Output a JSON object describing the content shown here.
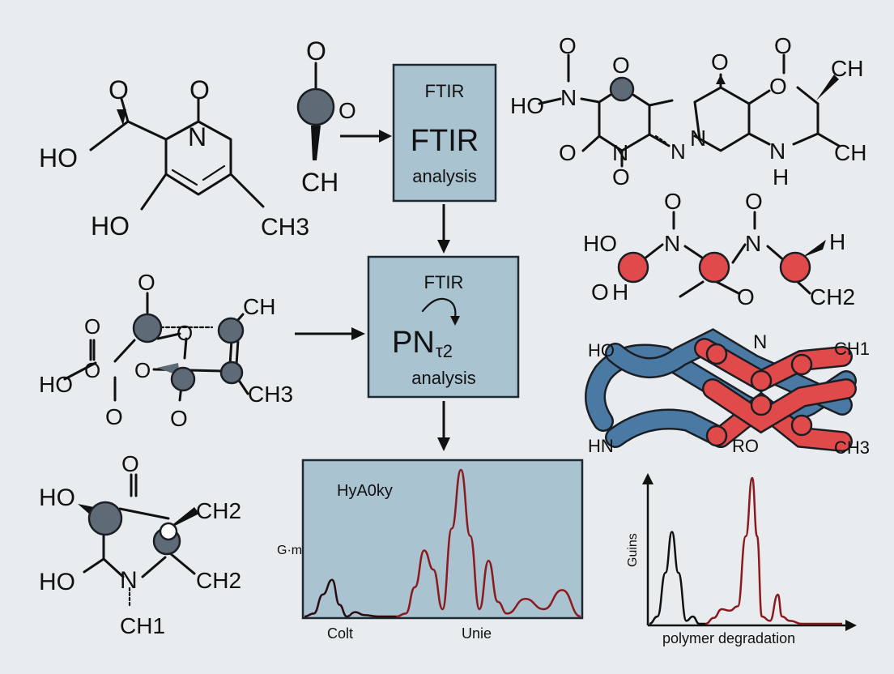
{
  "molecule_pyridine": {
    "o_top": "O",
    "o_n": "O",
    "n": "N",
    "ho_left": "HO",
    "ho_bottom": "HO",
    "ch3": "CH3"
  },
  "molecule_small": {
    "o_top": "O",
    "o_right": "O",
    "ch": "CH"
  },
  "box_top": {
    "small": "FTIR",
    "big": "FTIR",
    "sub": "analysis"
  },
  "box_mid": {
    "small": "FTIR",
    "big": "PN",
    "subscript": "τ2",
    "sub": "analysis"
  },
  "molecule_topright": {
    "o1": "O",
    "o2": "O",
    "o3": "O",
    "o4": "O",
    "o5": "O",
    "o6": "O",
    "o7": "O",
    "ho": "HO",
    "n1": "N",
    "n2": "N",
    "n3": "N",
    "n4": "N",
    "n5": "N",
    "ch1": "CH",
    "ch2": "CH",
    "h": "H"
  },
  "molecule_redchain": {
    "o1": "O",
    "o2": "O",
    "o3": "O",
    "o4": "O",
    "ho": "HO",
    "h1": "H",
    "n1": "N",
    "n2": "N",
    "h2": "H",
    "ch2": "CH2"
  },
  "molecule_cage": {
    "o_top": "O",
    "o1": "O",
    "o2": "O",
    "o3": "O",
    "o4": "O",
    "o5": "O",
    "o6": "O",
    "ho": "HO",
    "ch": "CH",
    "ch3": "CH3"
  },
  "polymer": {
    "ho": "HO",
    "n": "N",
    "ch1": "CH1",
    "hn": "HN",
    "ro": "RO",
    "ch3": "CH3"
  },
  "molecule_bottomleft": {
    "o_top": "O",
    "ho1": "HO",
    "ho2": "HO",
    "n": "N",
    "ch2a": "CH2",
    "ch2b": "CH2",
    "ch1": "CH1"
  },
  "spectrum_panel": {
    "title": "HyA0ky",
    "ylabel": "G·m",
    "x_label_left": "Colt",
    "x_label_right": "Unie"
  },
  "degradation_chart": {
    "ylabel": "Guins",
    "xlabel": "polymer degradation"
  },
  "colors": {
    "box_fill": "#a9c3d1",
    "atom_gray": "#5e6a76",
    "atom_red": "#e04a4a",
    "polymer_blue": "#4a79a4",
    "peak_dark": "#2a0c10",
    "peak_red": "#8b1a1f"
  },
  "chart_data": [
    {
      "type": "line",
      "title": "HyA0ky",
      "xlabel": "",
      "ylabel": "G·m",
      "x_tick_labels": [
        "Colt",
        "Unie"
      ],
      "series": [
        {
          "x": [
            0,
            10,
            20,
            30,
            38,
            46,
            55,
            65,
            80,
            100
          ],
          "values": [
            0,
            0.02,
            0.15,
            0.25,
            0.08,
            0,
            0.03,
            0.01,
            0,
            0
          ]
        },
        {
          "x": [
            100,
            110,
            120,
            130,
            140,
            150,
            160,
            170,
            180,
            190,
            200,
            210,
            220,
            240,
            260,
            280,
            300
          ],
          "values": [
            0,
            0.02,
            0.2,
            0.45,
            0.32,
            0.05,
            0.6,
            1.0,
            0.55,
            0.05,
            0.38,
            0.1,
            0.02,
            0.12,
            0.05,
            0.18,
            0
          ]
        }
      ]
    },
    {
      "type": "line",
      "title": "",
      "xlabel": "polymer degradation",
      "ylabel": "Guins",
      "series": [
        {
          "x": [
            0,
            10,
            20,
            28,
            36,
            46,
            54,
            62,
            70
          ],
          "values": [
            0,
            0.05,
            0.35,
            0.63,
            0.35,
            0.02,
            0.05,
            0,
            0
          ]
        },
        {
          "x": [
            70,
            80,
            90,
            100,
            110,
            120,
            128,
            134,
            140,
            150,
            160,
            165,
            175,
            190,
            210,
            240
          ],
          "values": [
            0,
            0.04,
            0.1,
            0.09,
            0.12,
            0.6,
            1.0,
            0.6,
            0.05,
            0.02,
            0.2,
            0.05,
            0.02,
            0,
            0,
            0
          ]
        }
      ]
    }
  ]
}
